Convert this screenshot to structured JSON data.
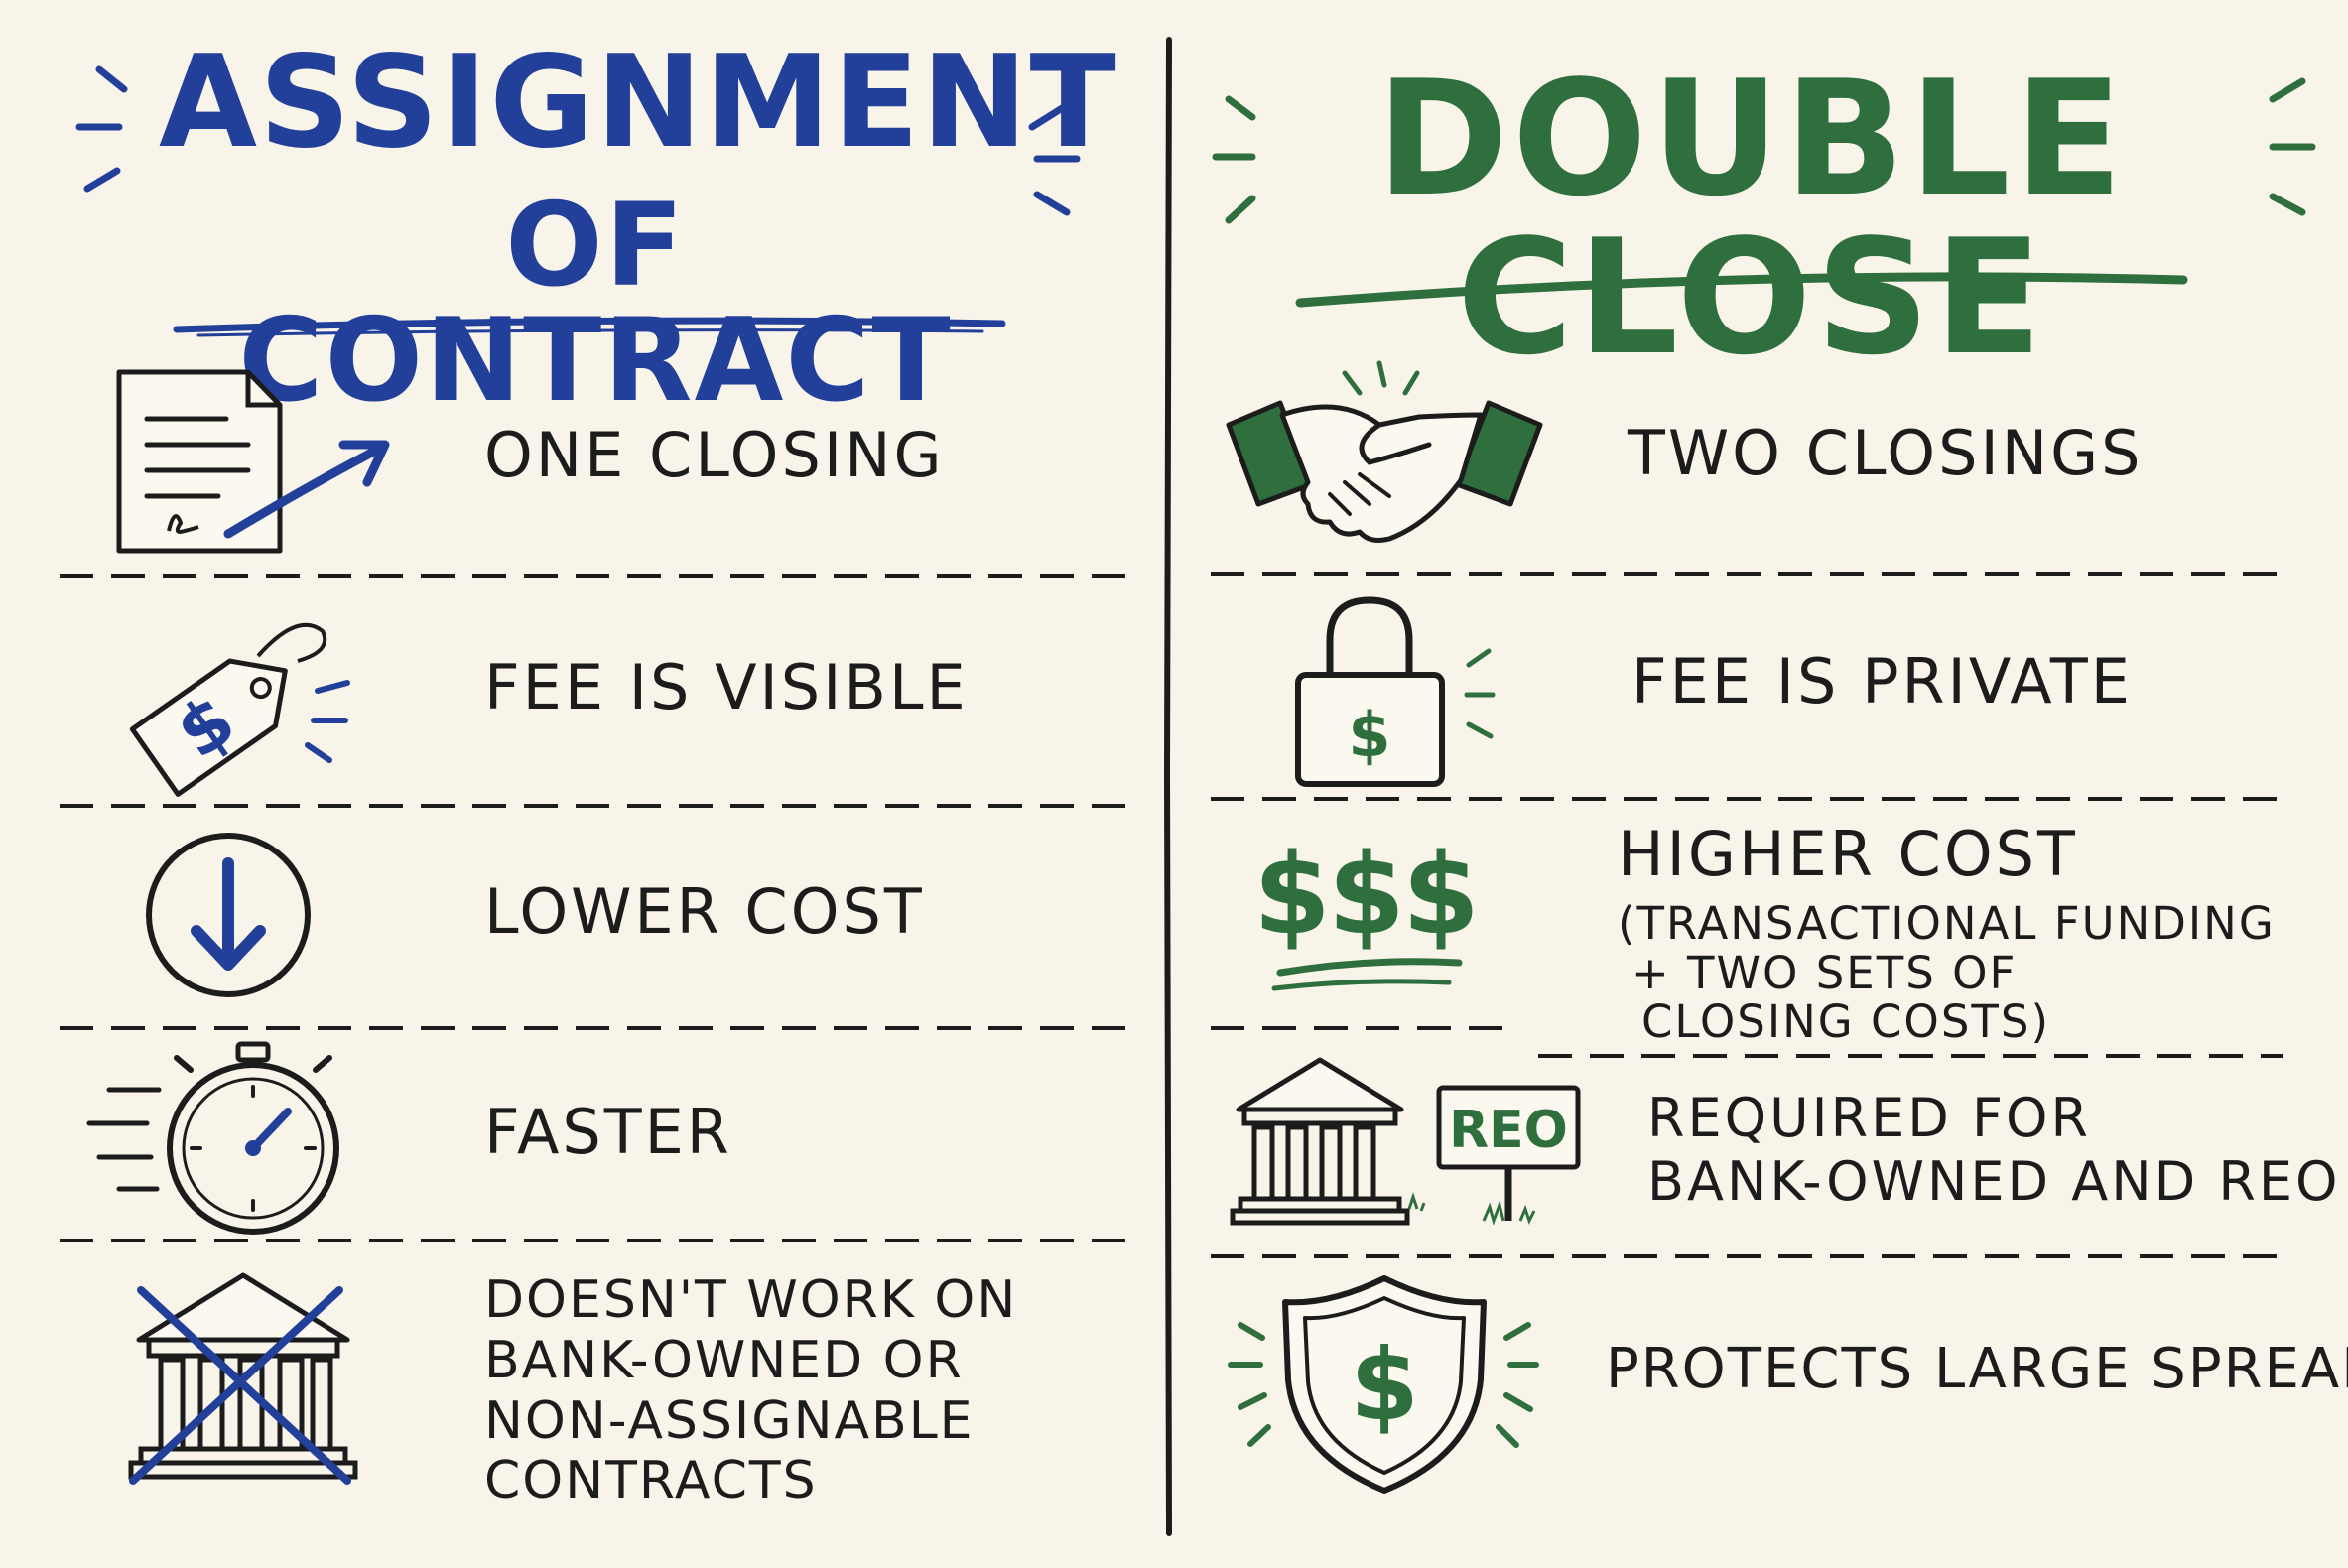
{
  "left": {
    "title_line1": "ASSIGNMENT",
    "title_line2": "OF CONTRACT",
    "rows": [
      {
        "text": "ONE CLOSING",
        "icon": "signed-contract-arrow-icon"
      },
      {
        "text": "FEE IS VISIBLE",
        "icon": "price-tag-icon"
      },
      {
        "text": "LOWER COST",
        "icon": "down-arrow-circle-icon"
      },
      {
        "text": "FASTER",
        "icon": "stopwatch-icon"
      },
      {
        "text": "DOESN'T WORK ON\nBANK-OWNED OR\nNON-ASSIGNABLE\nCONTRACTS",
        "icon": "crossed-bank-icon"
      }
    ]
  },
  "right": {
    "title": "DOUBLE CLOSE",
    "rows": [
      {
        "text": "TWO CLOSINGS",
        "icon": "handshake-icon"
      },
      {
        "text": "FEE IS PRIVATE",
        "icon": "padlock-dollar-icon"
      },
      {
        "text": "HIGHER COST",
        "sub1": "(TRANSACTIONAL FUNDING",
        "sub2": "+ TWO SETS OF",
        "sub3": "CLOSING COSTS)",
        "icon": "triple-dollar-icon"
      },
      {
        "text": "REQUIRED FOR",
        "text2": "BANK-OWNED AND REO",
        "icon": "bank-reo-sign-icon",
        "sign_label": "REO"
      },
      {
        "text": "PROTECTS LARGE SPREADS",
        "icon": "shield-dollar-icon"
      }
    ]
  },
  "colors": {
    "blue": "#22409a",
    "green": "#2f6f3d",
    "ink": "#1c1c1c",
    "paper": "#f8f4ea"
  },
  "icon_dollar": "$"
}
